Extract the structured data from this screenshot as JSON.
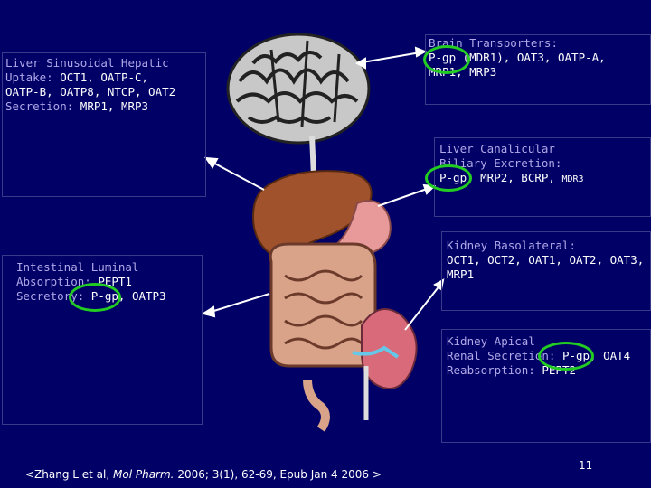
{
  "liver_sinusoidal": {
    "title": "Liver Sinusoidal Hepatic",
    "uptake_label": "Uptake:",
    "uptake_1": "OCT1, OATP-C,",
    "uptake_2": "OATP-B, OATP8, NTCP, OAT2",
    "secretion_label": "Secretion:",
    "secretion": "MRP1, MRP3"
  },
  "brain": {
    "title": "Brain Transporters:",
    "line_1": "P-gp (MDR1), OAT3, OATP-A,",
    "line_2": "MRP1, MRP3"
  },
  "liver_canalicular": {
    "title_1": "Liver Canalicular",
    "title_2": "Biliary Excretion:",
    "line_1": "P-gp, MRP2, BCRP,",
    "line_1_small": "MDR3"
  },
  "intestinal": {
    "title": "Intestinal Luminal",
    "absorption_label": "Absorption:",
    "absorption": "PEPT1",
    "secretory_label": "Secretory:",
    "secretory": "P-gp, OATP3"
  },
  "kidney_basolateral": {
    "title": "Kidney Basolateral:",
    "line_1": "OCT1, OCT2, OAT1, OAT2, OAT3,",
    "line_2": "MRP1"
  },
  "kidney_apical": {
    "title": "Kidney Apical",
    "secretion_label": "Renal Secretion:",
    "secretion": "P-gp, OAT4",
    "reabsorption_label": "Reabsorption:",
    "reabsorption": "PEPT2"
  },
  "citation": {
    "prefix": "<Zhang L et al,",
    "journal": "Mol Pharm.",
    "suffix": "2006; 3(1), 62-69, Epub Jan 4 2006 >"
  },
  "slide_number": "11",
  "colors": {
    "background": "#000066",
    "heading_text": "#b0a8e8",
    "value_text": "#ffffff",
    "highlight_ring": "#22cc22"
  }
}
